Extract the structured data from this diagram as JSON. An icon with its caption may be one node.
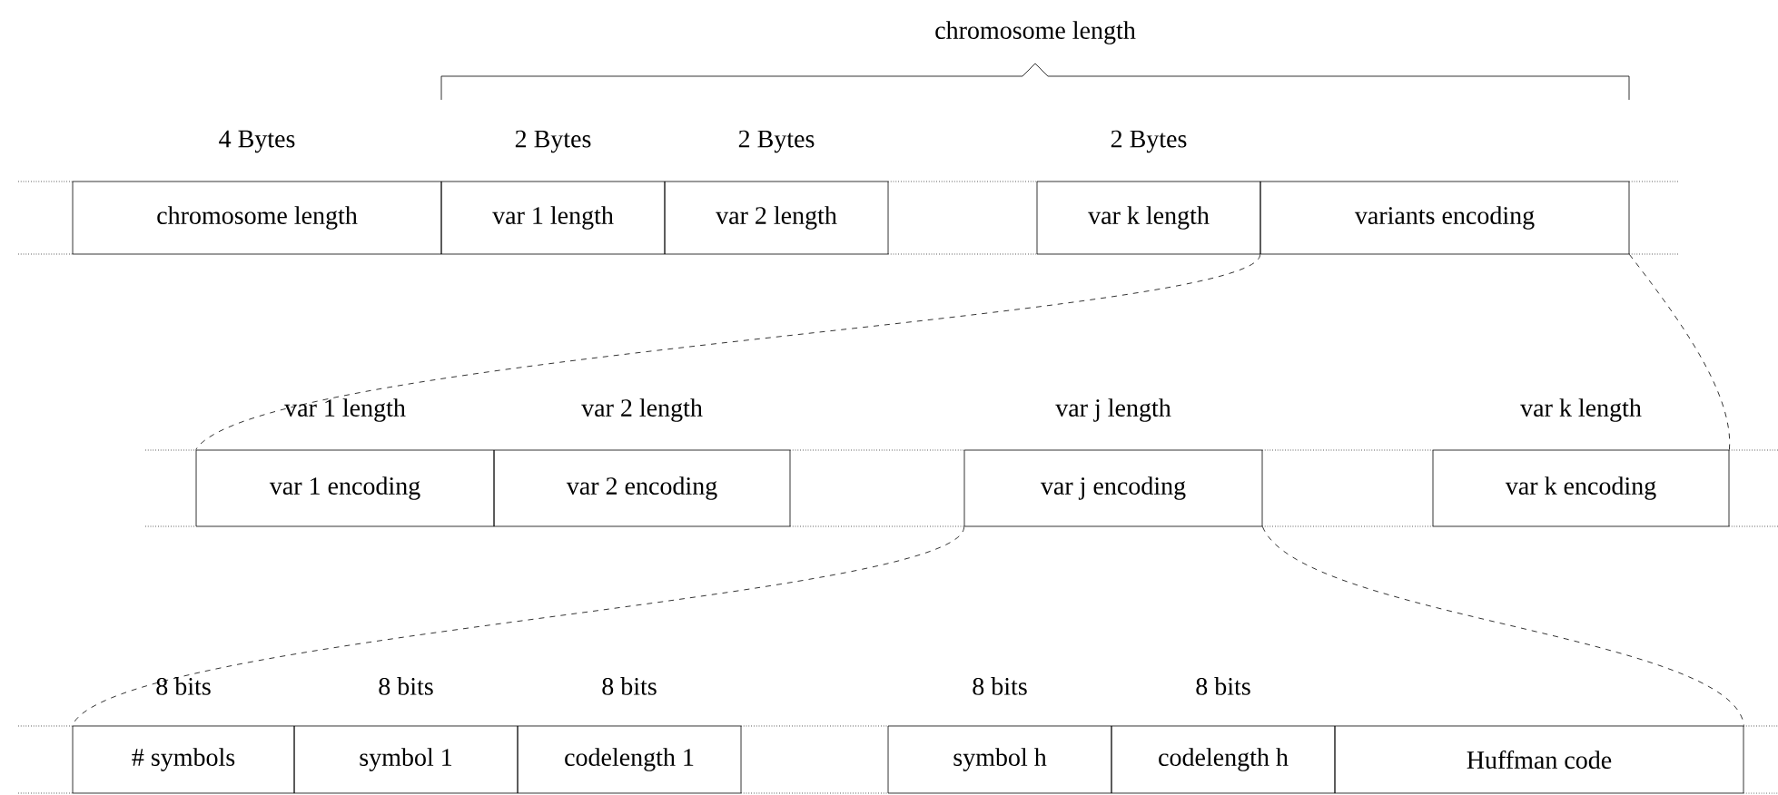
{
  "diagram": {
    "nodes": [
      {
        "text": [
          "chromosome length"
        ],
        "beside": [
          "4 Bytes"
        ]
      },
      {
        "text": [
          "var 1 length"
        ],
        "beside": [
          "2 Bytes"
        ]
      },
      {
        "text": [
          "var 2 length"
        ],
        "beside": [
          "2 Bytes"
        ]
      },
      {
        "text": [
          "var k length"
        ],
        "beside": [
          "2 Bytes"
        ]
      },
      {
        "text": [
          "variants encoding"
        ]
      },
      {
        "text": [
          "var 1 encoding"
        ],
        "beside": [
          "var 1 length"
        ]
      },
      {
        "text": [
          "var 2 encoding"
        ],
        "beside": [
          "var 2 length"
        ]
      },
      {
        "text": [
          "var j encoding"
        ],
        "beside": [
          "var j length"
        ]
      },
      {
        "text": [
          "var k encoding"
        ],
        "beside": [
          "var k length"
        ]
      },
      {
        "text": [
          "# symbols"
        ],
        "beside": [
          "8 bits"
        ]
      },
      {
        "text": [
          "symbol 1"
        ],
        "beside": [
          "8 bits"
        ]
      },
      {
        "text": [
          "codelength 1"
        ],
        "beside": [
          "8 bits"
        ]
      },
      {
        "text": [
          "symbol h"
        ],
        "beside": [
          "8 bits"
        ]
      },
      {
        "text": [
          "codelength h"
        ],
        "beside": [
          "8 bits"
        ]
      },
      {
        "text": [
          "Huffman code"
        ]
      }
    ],
    "edges": [
      {
        "from": 4,
        "to": 5,
        "arrow": "none",
        "style": "dashed"
      },
      {
        "from": 4,
        "to": 8,
        "arrow": "none",
        "style": "dashed"
      },
      {
        "from": 7,
        "to": 9,
        "arrow": "none",
        "style": "dashed"
      },
      {
        "from": 7,
        "to": 14,
        "arrow": "none",
        "style": "dashed"
      }
    ],
    "labels": [
      "chromosome length"
    ]
  }
}
